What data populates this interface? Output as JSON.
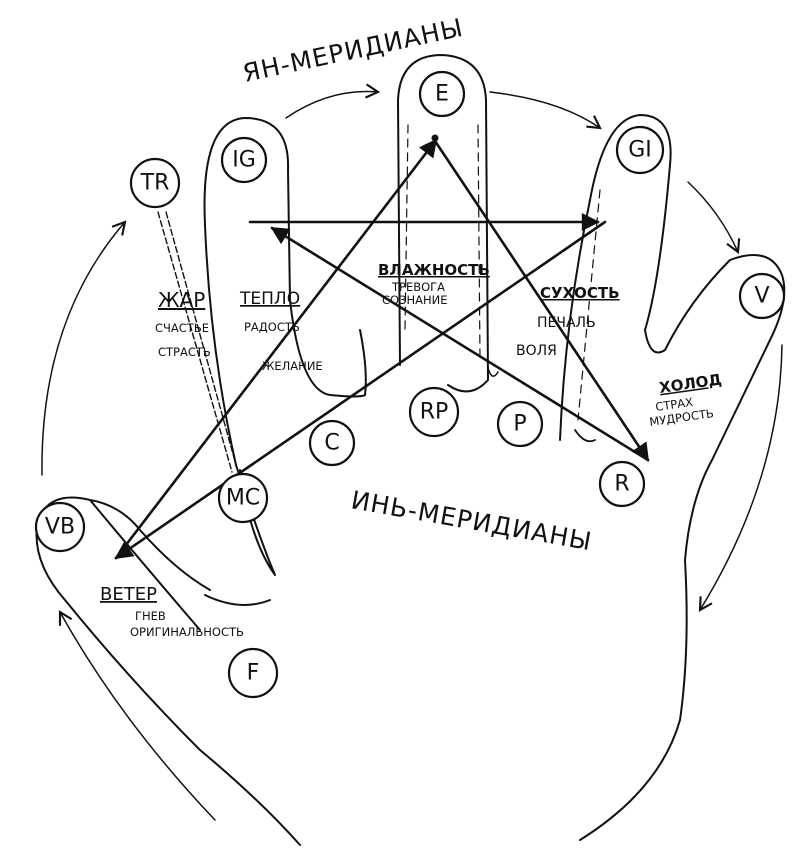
{
  "titles": {
    "yang": "ЯН-МЕРИДИАНЫ",
    "yin": "ИНЬ-МЕРИДИАНЫ"
  },
  "meridians": {
    "E": "E",
    "IG": "IG",
    "GI": "GI",
    "TR": "TR",
    "V": "V",
    "VB": "VB",
    "MC": "MC",
    "C": "C",
    "RP": "RP",
    "P": "P",
    "R": "R",
    "F": "F"
  },
  "elements": {
    "vlazhnost": {
      "name": "ВЛАЖНОСТЬ",
      "emotion1": "ТРЕВОГА",
      "emotion2": "СОЗНАНИЕ"
    },
    "sukhost": {
      "name": "СУХОСТЬ",
      "emotion1": "ПЕЧАЛЬ",
      "emotion2": "ВОЛЯ"
    },
    "kholod": {
      "name": "ХОЛОД",
      "emotion1": "СТРАХ",
      "emotion2": "МУДРОСТЬ"
    },
    "zhar": {
      "name": "ЖАР",
      "emotion1": "СЧАСТЬЕ",
      "emotion2": "СТРАСТЬ"
    },
    "teplo": {
      "name": "ТЕПЛО",
      "emotion1": "РАДОСТЬ",
      "emotion2": "ЖЕЛАНИЕ"
    },
    "veter": {
      "name": "ВЕТЕР",
      "emotion1": "ГНЕВ",
      "emotion2": "ОРИГИНАЛЬНОСТЬ"
    }
  }
}
